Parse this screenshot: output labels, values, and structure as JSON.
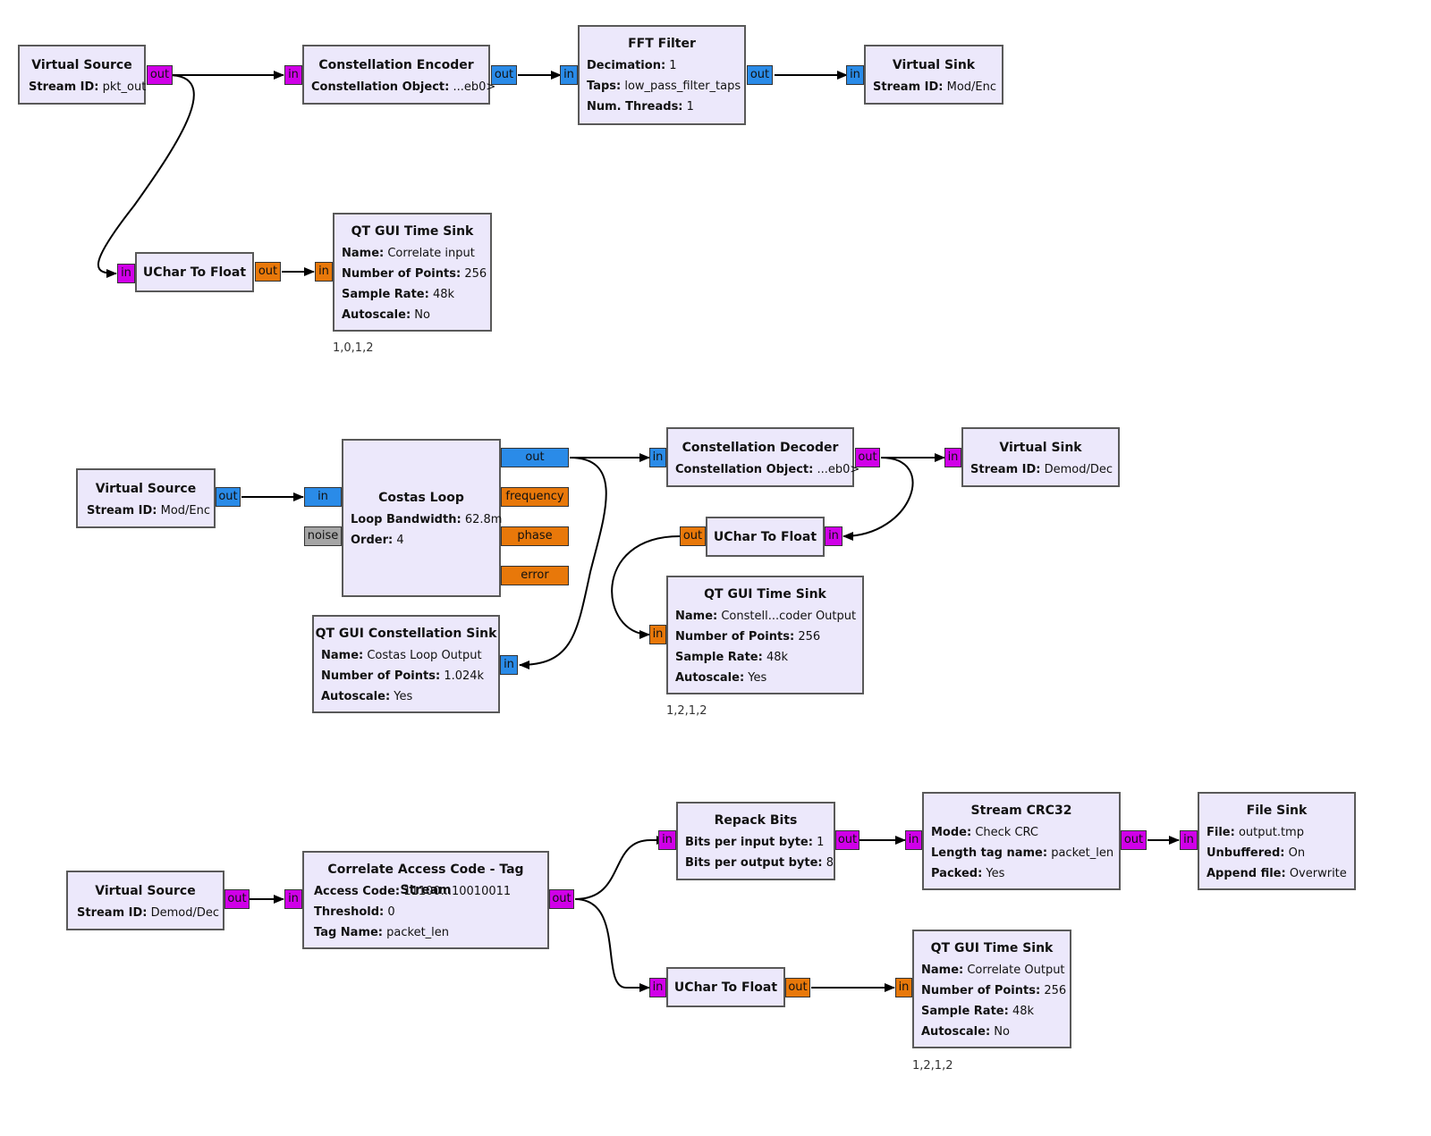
{
  "blocks": [
    {
      "id": "vsrc1",
      "title": "Virtual Source",
      "params": [
        {
          "name": "Stream ID:",
          "value": "pkt_out"
        }
      ]
    },
    {
      "id": "cenc",
      "title": "Constellation Encoder",
      "params": [
        {
          "name": "Constellation Object:",
          "value": "...eb0>"
        }
      ]
    },
    {
      "id": "fft",
      "title": "FFT Filter",
      "params": [
        {
          "name": "Decimation:",
          "value": "1"
        },
        {
          "name": "Taps:",
          "value": "low_pass_filter_taps"
        },
        {
          "name": "Num. Threads:",
          "value": "1"
        }
      ]
    },
    {
      "id": "vsink1",
      "title": "Virtual Sink",
      "params": [
        {
          "name": "Stream ID:",
          "value": "Mod/Enc"
        }
      ]
    },
    {
      "id": "uchar1",
      "title": "UChar To Float",
      "params": []
    },
    {
      "id": "qtts1",
      "title": "QT GUI Time Sink",
      "params": [
        {
          "name": "Name:",
          "value": "Correlate input"
        },
        {
          "name": "Number of Points:",
          "value": "256"
        },
        {
          "name": "Sample Rate:",
          "value": "48k"
        },
        {
          "name": "Autoscale:",
          "value": "No"
        }
      ]
    },
    {
      "id": "vsrc2",
      "title": "Virtual Source",
      "params": [
        {
          "name": "Stream ID:",
          "value": "Mod/Enc"
        }
      ]
    },
    {
      "id": "costas",
      "title": "Costas Loop",
      "params": [
        {
          "name": "Loop Bandwidth:",
          "value": "62.8m"
        },
        {
          "name": "Order:",
          "value": "4"
        }
      ]
    },
    {
      "id": "qtcs",
      "title": "QT GUI Constellation Sink",
      "params": [
        {
          "name": "Name:",
          "value": "Costas Loop Output"
        },
        {
          "name": "Number of Points:",
          "value": "1.024k"
        },
        {
          "name": "Autoscale:",
          "value": "Yes"
        }
      ]
    },
    {
      "id": "cdec",
      "title": "Constellation Decoder",
      "params": [
        {
          "name": "Constellation Object:",
          "value": "...eb0>"
        }
      ]
    },
    {
      "id": "vsink2",
      "title": "Virtual Sink",
      "params": [
        {
          "name": "Stream ID:",
          "value": "Demod/Dec"
        }
      ]
    },
    {
      "id": "uchar2",
      "title": "UChar To Float",
      "params": []
    },
    {
      "id": "qtts2",
      "title": "QT GUI Time Sink",
      "params": [
        {
          "name": "Name:",
          "value": "Constell...coder Output"
        },
        {
          "name": "Number of Points:",
          "value": "256"
        },
        {
          "name": "Sample Rate:",
          "value": "48k"
        },
        {
          "name": "Autoscale:",
          "value": "Yes"
        }
      ]
    },
    {
      "id": "vsrc3",
      "title": "Virtual Source",
      "params": [
        {
          "name": "Stream ID:",
          "value": "Demod/Dec"
        }
      ]
    },
    {
      "id": "cac",
      "title": "Correlate Access Code - Tag Stream",
      "params": [
        {
          "name": "Access Code:",
          "value": "11100...10010011"
        },
        {
          "name": "Threshold:",
          "value": "0"
        },
        {
          "name": "Tag Name:",
          "value": "packet_len"
        }
      ]
    },
    {
      "id": "repack",
      "title": "Repack Bits",
      "params": [
        {
          "name": "Bits per input byte:",
          "value": "1"
        },
        {
          "name": "Bits per output byte:",
          "value": "8"
        }
      ]
    },
    {
      "id": "crc",
      "title": "Stream CRC32",
      "params": [
        {
          "name": "Mode:",
          "value": "Check CRC"
        },
        {
          "name": "Length tag name:",
          "value": "packet_len"
        },
        {
          "name": "Packed:",
          "value": "Yes"
        }
      ]
    },
    {
      "id": "fsink",
      "title": "File Sink",
      "params": [
        {
          "name": "File:",
          "value": "output.tmp"
        },
        {
          "name": "Unbuffered:",
          "value": "On"
        },
        {
          "name": "Append file:",
          "value": "Overwrite"
        }
      ]
    },
    {
      "id": "uchar3",
      "title": "UChar To Float",
      "params": []
    },
    {
      "id": "qtts3",
      "title": "QT GUI Time Sink",
      "params": [
        {
          "name": "Name:",
          "value": "Correlate Output"
        },
        {
          "name": "Number of Points:",
          "value": "256"
        },
        {
          "name": "Sample Rate:",
          "value": "48k"
        },
        {
          "name": "Autoscale:",
          "value": "No"
        }
      ]
    }
  ],
  "ports": [
    {
      "id": "vsrc1_out",
      "label": "out",
      "color": "magenta"
    },
    {
      "id": "cenc_in",
      "label": "in",
      "color": "magenta"
    },
    {
      "id": "cenc_out",
      "label": "out",
      "color": "blue"
    },
    {
      "id": "fft_in",
      "label": "in",
      "color": "blue"
    },
    {
      "id": "fft_out",
      "label": "out",
      "color": "blue"
    },
    {
      "id": "vsink1_in",
      "label": "in",
      "color": "blue"
    },
    {
      "id": "uchar1_in",
      "label": "in",
      "color": "magenta"
    },
    {
      "id": "uchar1_out",
      "label": "out",
      "color": "orange"
    },
    {
      "id": "qtts1_in",
      "label": "in",
      "color": "orange"
    },
    {
      "id": "vsrc2_out",
      "label": "out",
      "color": "blue"
    },
    {
      "id": "costas_in",
      "label": "in",
      "color": "blue"
    },
    {
      "id": "costas_noise",
      "label": "noise",
      "color": "gray"
    },
    {
      "id": "costas_out",
      "label": "out",
      "color": "blue"
    },
    {
      "id": "costas_freq",
      "label": "frequency",
      "color": "orange"
    },
    {
      "id": "costas_phase",
      "label": "phase",
      "color": "orange"
    },
    {
      "id": "costas_error",
      "label": "error",
      "color": "orange"
    },
    {
      "id": "qtcs_in",
      "label": "in",
      "color": "blue"
    },
    {
      "id": "cdec_in",
      "label": "in",
      "color": "blue"
    },
    {
      "id": "cdec_out",
      "label": "out",
      "color": "magenta"
    },
    {
      "id": "vsink2_in",
      "label": "in",
      "color": "magenta"
    },
    {
      "id": "uchar2_in",
      "label": "in",
      "color": "magenta"
    },
    {
      "id": "uchar2_out",
      "label": "out",
      "color": "orange"
    },
    {
      "id": "qtts2_in",
      "label": "in",
      "color": "orange"
    },
    {
      "id": "vsrc3_out",
      "label": "out",
      "color": "magenta"
    },
    {
      "id": "cac_in",
      "label": "in",
      "color": "magenta"
    },
    {
      "id": "cac_out",
      "label": "out",
      "color": "magenta"
    },
    {
      "id": "repack_in",
      "label": "in",
      "color": "magenta"
    },
    {
      "id": "repack_out",
      "label": "out",
      "color": "magenta"
    },
    {
      "id": "crc_in",
      "label": "in",
      "color": "magenta"
    },
    {
      "id": "crc_out",
      "label": "out",
      "color": "magenta"
    },
    {
      "id": "fsink_in",
      "label": "in",
      "color": "magenta"
    },
    {
      "id": "uchar3_in",
      "label": "in",
      "color": "magenta"
    },
    {
      "id": "uchar3_out",
      "label": "out",
      "color": "orange"
    },
    {
      "id": "qtts3_in",
      "label": "in",
      "color": "orange"
    }
  ],
  "grid_labels": {
    "qtts1": "1,0,1,2",
    "qtts2": "1,2,1,2",
    "qtts3": "1,2,1,2"
  },
  "colors": {
    "block_fill": "#ece8fb",
    "block_border": "#595959",
    "port_magenta": "#d000e8",
    "port_blue": "#2a8be8",
    "port_orange": "#e8780a",
    "port_gray": "#a5a5a5",
    "wire": "#000000"
  }
}
